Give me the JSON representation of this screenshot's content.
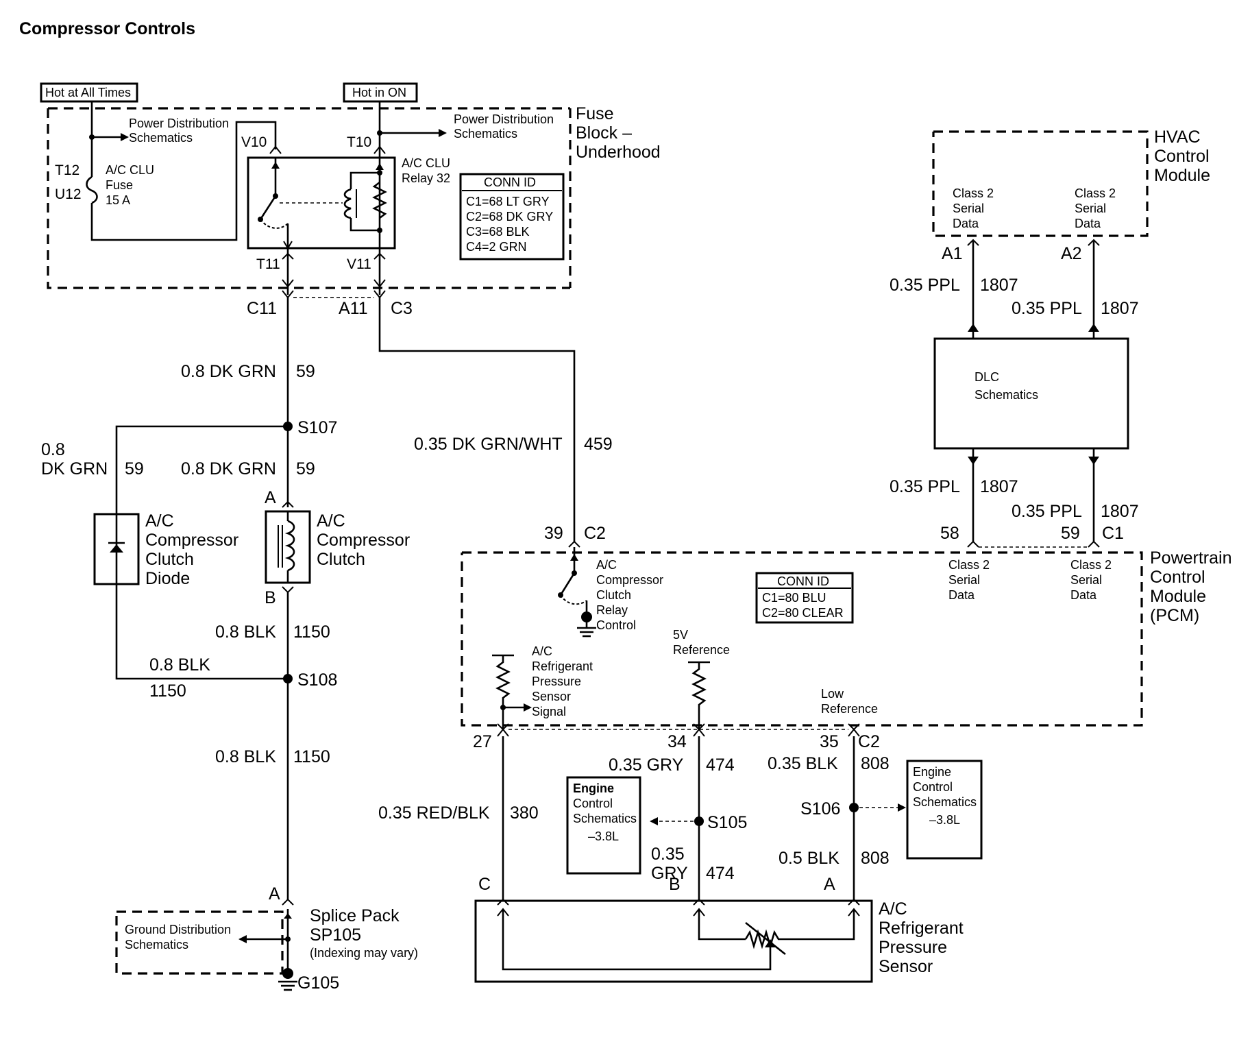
{
  "title": "Compressor Controls",
  "power": {
    "hot_all_times": "Hot at All Times",
    "hot_in_on": "Hot in ON",
    "pds_left_1": "Power Distribution",
    "pds_left_2": "Schematics",
    "pds_right_1": "Power Distribution",
    "pds_right_2": "Schematics"
  },
  "fuse_block": {
    "label_1": "Fuse",
    "label_2": "Block –",
    "label_3": "Underhood",
    "t12": "T12",
    "u12": "U12",
    "fuse_1": "A/C CLU",
    "fuse_2": "Fuse",
    "fuse_3": "15 A",
    "v10": "V10",
    "t10": "T10",
    "t11": "T11",
    "v11": "V11",
    "relay_1": "A/C CLU",
    "relay_2": "Relay 32",
    "conn_title": "CONN ID",
    "conn": [
      "C1=68 LT GRY",
      "C2=68 DK GRY",
      "C3=68 BLK",
      "C4=2 GRN"
    ]
  },
  "connectors": {
    "c11": "C11",
    "a11": "A11",
    "c3": "C3",
    "pin_39": "39",
    "c2_top": "C2",
    "pin_58": "58",
    "pin_59": "59",
    "c1": "C1",
    "pin_27": "27",
    "pin_34": "34",
    "pin_35": "35",
    "c2_bottom": "C2"
  },
  "wires": {
    "w1_color": "0.8 DK GRN",
    "w1_num": "59",
    "w2_color_1": "0.8",
    "w2_color_2": "DK GRN",
    "w2_num": "59",
    "w3_color": "0.8 DK GRN",
    "w3_num": "59",
    "w4_color": "0.35 DK GRN/WHT",
    "w4_num": "459",
    "w5_color": "0.8 BLK",
    "w5_num": "1150",
    "w6_color": "0.8 BLK",
    "w6_num": "1150",
    "w7_color": "0.8 BLK",
    "w7_num": "1150",
    "w8_color": "0.35 PPL",
    "w8_num": "1807",
    "w9_color": "0.35 PPL",
    "w9_num": "1807",
    "w10_color": "0.35 PPL",
    "w10_num": "1807",
    "w11_color": "0.35 PPL",
    "w11_num": "1807",
    "w12_color": "0.35 RED/BLK",
    "w12_num": "380",
    "w13_color": "0.35 GRY",
    "w13_num": "474",
    "w14_color_1": "0.35",
    "w14_color_2": "GRY",
    "w14_num": "474",
    "w15_color": "0.35 BLK",
    "w15_num": "808",
    "w16_color": "0.5 BLK",
    "w16_num": "808"
  },
  "splices": {
    "s107": "S107",
    "s108": "S108",
    "s105": "S105",
    "s106": "S106"
  },
  "clutch": {
    "pin_a": "A",
    "pin_b": "B",
    "diode_1": "A/C",
    "diode_2": "Compressor",
    "diode_3": "Clutch",
    "diode_4": "Diode",
    "clutch_1": "A/C",
    "clutch_2": "Compressor",
    "clutch_3": "Clutch"
  },
  "ground": {
    "pin_a": "A",
    "gds_1": "Ground Distribution",
    "gds_2": "Schematics",
    "sp_1": "Splice Pack",
    "sp_2": "SP105",
    "sp_3": "(Indexing may vary)",
    "g105": "G105"
  },
  "hvac": {
    "label_1": "HVAC",
    "label_2": "Control",
    "label_3": "Module",
    "d1_1": "Class 2",
    "d1_2": "Serial",
    "d1_3": "Data",
    "d2_1": "Class 2",
    "d2_2": "Serial",
    "d2_3": "Data",
    "a1": "A1",
    "a2": "A2"
  },
  "dlc": {
    "line_1": "DLC",
    "line_2": "Schematics"
  },
  "pcm": {
    "label_1": "Powertrain",
    "label_2": "Control",
    "label_3": "Module",
    "label_4": "(PCM)",
    "d1_1": "Class 2",
    "d1_2": "Serial",
    "d1_3": "Data",
    "d2_1": "Class 2",
    "d2_2": "Serial",
    "d2_3": "Data",
    "relay_1": "A/C",
    "relay_2": "Compressor",
    "relay_3": "Clutch",
    "relay_4": "Relay",
    "relay_5": "Control",
    "conn_title": "CONN ID",
    "conn": [
      "C1=80 BLU",
      "C2=80 CLEAR"
    ],
    "press_1": "A/C",
    "press_2": "Refrigerant",
    "press_3": "Pressure",
    "press_4": "Sensor",
    "press_5": "Signal",
    "ref_1": "5V",
    "ref_2": "Reference",
    "low_1": "Low",
    "low_2": "Reference"
  },
  "ecs_left": {
    "line_1": "Engine",
    "line_2": "Control",
    "line_3": "Schematics",
    "line_4": "–3.8L"
  },
  "ecs_right": {
    "line_1": "Engine",
    "line_2": "Control",
    "line_3": "Schematics",
    "line_4": "–3.8L"
  },
  "sensor": {
    "pin_c": "C",
    "pin_b": "B",
    "pin_a": "A",
    "label_1": "A/C",
    "label_2": "Refrigerant",
    "label_3": "Pressure",
    "label_4": "Sensor"
  }
}
